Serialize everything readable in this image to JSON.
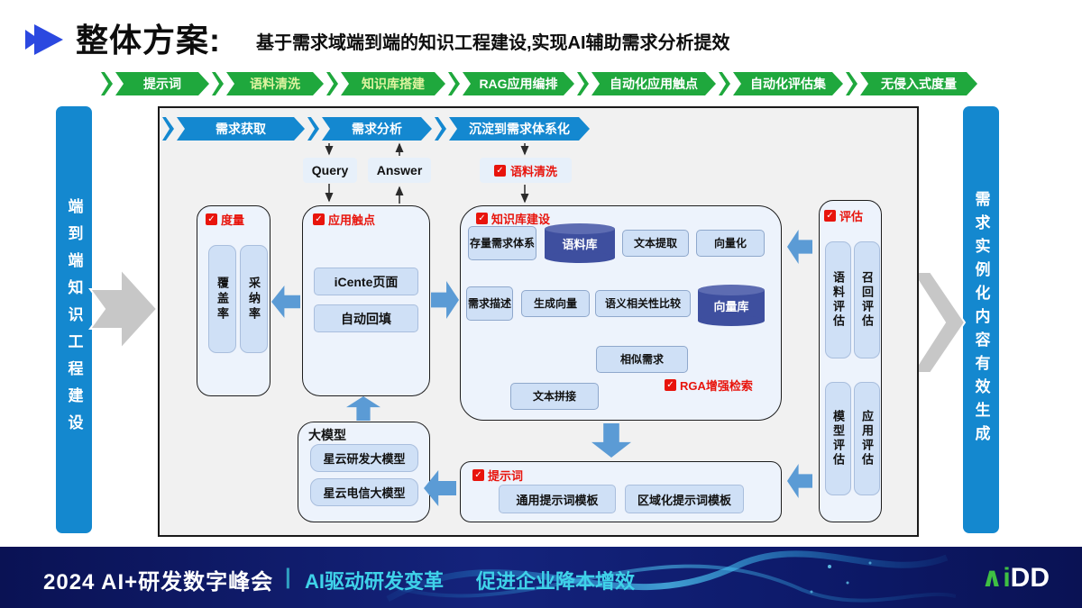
{
  "header": {
    "title": "整体方案:",
    "subtitle": "基于需求域端到端的知识工程建设,实现AI辅助需求分析提效"
  },
  "stages": [
    {
      "label": "提示词",
      "highlight": false
    },
    {
      "label": "语料清洗",
      "highlight": true
    },
    {
      "label": "知识库搭建",
      "highlight": true
    },
    {
      "label": "RAG应用编排",
      "highlight": false
    },
    {
      "label": "自动化应用触点",
      "highlight": false
    },
    {
      "label": "自动化评估集",
      "highlight": false
    },
    {
      "label": "无侵入式度量",
      "highlight": false
    }
  ],
  "left_bar": "端到端知识工程建设",
  "right_bar": "需求实例化内容有效生成",
  "banners": [
    "需求获取",
    "需求分析",
    "沉淀到需求体系化"
  ],
  "flow": {
    "query": "Query",
    "answer": "Answer",
    "corpus_clean": "语料清洗"
  },
  "metrics": {
    "title": "度量",
    "items": [
      "覆盖率",
      "采纳率"
    ]
  },
  "touchpoints": {
    "title": "应用触点",
    "items": [
      "iCente页面",
      "自动回填"
    ]
  },
  "kb": {
    "title": "知识库建设",
    "row1": [
      "存量需求体系",
      "语料库",
      "文本提取",
      "向量化"
    ],
    "row2": [
      "需求描述",
      "生成向量",
      "语义相关性比较",
      "向量库"
    ],
    "similar": "相似需求",
    "concat": "文本拼接",
    "rga": "RGA增强检索"
  },
  "prompt": {
    "title": "提示词",
    "items": [
      "通用提示词模板",
      "区域化提示词模板"
    ]
  },
  "llm": {
    "title": "大模型",
    "items": [
      "星云研发大模型",
      "星云电信大模型"
    ]
  },
  "eval": {
    "title": "评估",
    "items": [
      "语料评估",
      "召回评估",
      "模型评估",
      "应用评估"
    ]
  },
  "footer": {
    "event": "2024 AI+研发数字峰会",
    "divider": "|",
    "slogan1": "AI驱动研发变革",
    "slogan2": "促进企业降本增效",
    "logo_green": "∧i",
    "logo_white": "DD"
  },
  "icons": {
    "check": "✓"
  },
  "colors": {
    "brand_blue": "#1488cf",
    "stage_green": "#1fa83d",
    "stage_highlight_text": "#dff3a0",
    "block_arrow_blue": "#5b9bd5",
    "red_label": "#e8140c",
    "cylinder_blue": "#3e4f9f",
    "footer_navy": "#0c165e",
    "footer_teal": "#3fd2e9",
    "logo_green": "#3fbf43"
  }
}
